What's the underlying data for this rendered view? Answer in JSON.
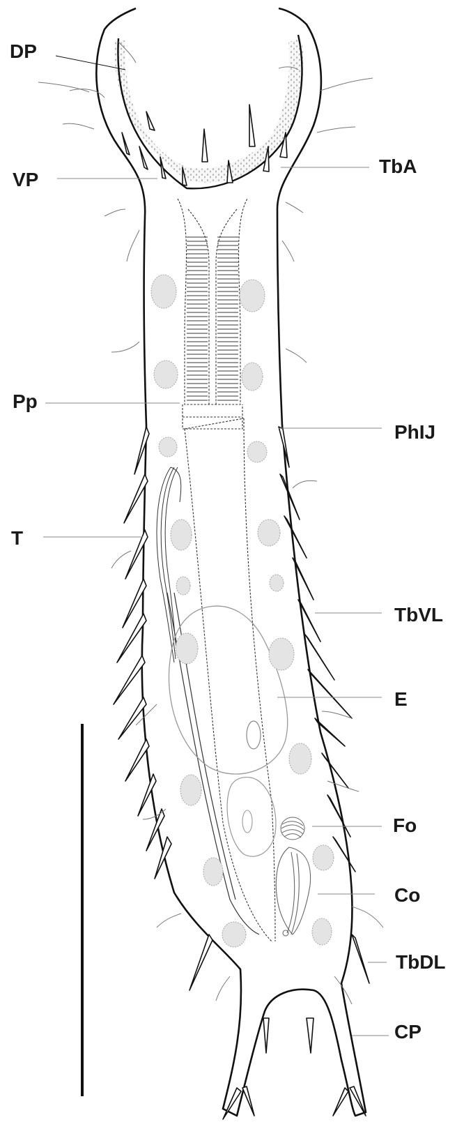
{
  "figure": {
    "labels": {
      "dp": "DP",
      "vp": "VP",
      "tba": "TbA",
      "pp": "Pp",
      "phlj": "PhIJ",
      "t": "T",
      "tbvl": "TbVL",
      "e": "E",
      "fo": "Fo",
      "co": "Co",
      "tbdl": "TbDL",
      "cp": "CP"
    },
    "colors": {
      "outline": "#111111",
      "leader": "#8a8a8a",
      "cell_fill": "#e4e4e4",
      "cell_stroke": "#a8a8a8",
      "stipple": "#b9b9b9",
      "cilia": "#777777"
    }
  }
}
